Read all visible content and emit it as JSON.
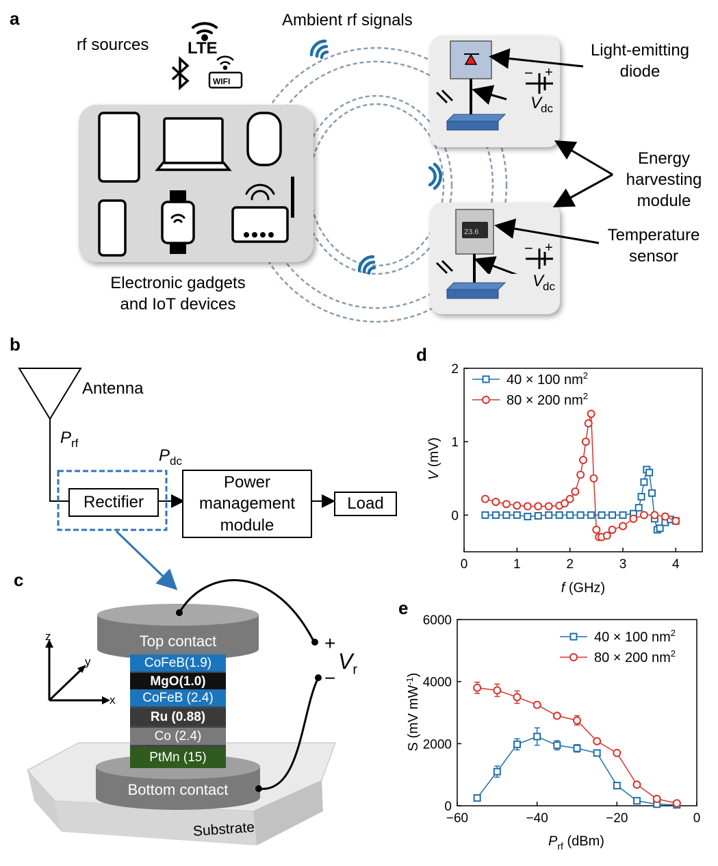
{
  "panel_a": {
    "label": "a",
    "rf_sources": "rf sources",
    "lte": "LTE",
    "wifi": "WIFI",
    "ambient": "Ambient rf signals",
    "gadgets_line1": "Electronic gadgets",
    "gadgets_line2": "and IoT devices",
    "led_line1": "Light-emitting",
    "led_line2": "diode",
    "energy_line1": "Energy",
    "energy_line2": "harvesting",
    "energy_line3": "module",
    "temp_line1": "Temperature",
    "temp_line2": "sensor",
    "vdc_v": "V",
    "vdc_sub": "dc",
    "display_reading": "23.6"
  },
  "panel_b": {
    "label": "b",
    "antenna": "Antenna",
    "prf_p": "P",
    "prf_sub": "rf",
    "pdc_p": "P",
    "pdc_sub": "dc",
    "rectifier": "Rectifier",
    "pmm_line1": "Power",
    "pmm_line2": "management",
    "pmm_line3": "module",
    "load": "Load"
  },
  "panel_c": {
    "label": "c",
    "top_contact": "Top contact",
    "bottom_contact": "Bottom contact",
    "substrate": "Substrate",
    "layers": [
      {
        "name": "CoFeB(1.9)",
        "color": "#1b75bc"
      },
      {
        "name": "MgO(1.0)",
        "color": "#111111"
      },
      {
        "name": "CoFeB (2.4)",
        "color": "#1b75bc"
      },
      {
        "name": "Ru (0.88)",
        "color": "#3a3a3a"
      },
      {
        "name": "Co (2.4)",
        "color": "#7a7a7a"
      },
      {
        "name": "PtMn (15)",
        "color": "#2f5b1e"
      }
    ],
    "axis_x": "x",
    "axis_y": "y",
    "axis_z": "z",
    "plus": "+",
    "minus": "−",
    "vr_v": "V",
    "vr_sub": "r"
  },
  "chart_data": [
    {
      "panel": "d",
      "type": "line",
      "xlabel": "f (GHz)",
      "ylabel": "V (mV)",
      "xlim": [
        0,
        4.5
      ],
      "ylim": [
        -0.5,
        2
      ],
      "xticks": [
        0,
        1,
        2,
        3,
        4
      ],
      "yticks": [
        0,
        1,
        2
      ],
      "legend_position": "top-left",
      "series": [
        {
          "name": "40 × 100 nm",
          "sup": "2",
          "color": "#1f6fa8",
          "marker": "square",
          "x": [
            0.4,
            0.6,
            0.8,
            1.0,
            1.2,
            1.4,
            1.6,
            1.8,
            2.0,
            2.2,
            2.4,
            2.6,
            2.8,
            3.0,
            3.2,
            3.3,
            3.35,
            3.4,
            3.45,
            3.5,
            3.55,
            3.6,
            3.65,
            3.7,
            3.8,
            3.9,
            4.0
          ],
          "y": [
            0.0,
            0.0,
            0.0,
            0.0,
            -0.02,
            -0.01,
            0.0,
            0.0,
            0.0,
            0.0,
            0.0,
            0.0,
            0.0,
            0.0,
            0.02,
            0.1,
            0.25,
            0.45,
            0.62,
            0.58,
            0.3,
            -0.05,
            -0.2,
            -0.18,
            -0.1,
            -0.06,
            -0.08
          ]
        },
        {
          "name": "80 × 200 nm",
          "sup": "2",
          "color": "#d9342b",
          "marker": "circle",
          "x": [
            0.4,
            0.6,
            0.8,
            1.0,
            1.2,
            1.4,
            1.6,
            1.8,
            1.9,
            2.0,
            2.1,
            2.2,
            2.25,
            2.3,
            2.35,
            2.4,
            2.45,
            2.5,
            2.55,
            2.6,
            2.7,
            2.8,
            3.0,
            3.2,
            3.4,
            3.6,
            3.8,
            4.0
          ],
          "y": [
            0.22,
            0.18,
            0.15,
            0.13,
            0.12,
            0.12,
            0.12,
            0.13,
            0.16,
            0.22,
            0.32,
            0.55,
            0.75,
            1.0,
            1.25,
            1.38,
            0.5,
            -0.2,
            -0.3,
            -0.3,
            -0.28,
            -0.2,
            -0.15,
            -0.05,
            0.0,
            0.0,
            -0.02,
            -0.08
          ]
        }
      ]
    },
    {
      "panel": "e",
      "type": "line",
      "xlabel_p": "P",
      "xlabel_sub": "rf",
      "xlabel_rest": " (dBm)",
      "ylabel_main": "S (mV mW",
      "ylabel_sup": "-1",
      "ylabel_end": ")",
      "xlim": [
        -60,
        0
      ],
      "ylim": [
        0,
        6000
      ],
      "xticks": [
        -60,
        -40,
        -20,
        0
      ],
      "yticks": [
        0,
        2000,
        4000,
        6000
      ],
      "legend_position": "top-right",
      "series": [
        {
          "name": "40 × 100 nm",
          "sup": "2",
          "color": "#1f6fa8",
          "marker": "square",
          "x": [
            -55,
            -50,
            -45,
            -40,
            -35,
            -30,
            -25,
            -20,
            -15,
            -10,
            -5
          ],
          "y": [
            250,
            1100,
            1980,
            2230,
            1950,
            1850,
            1700,
            650,
            160,
            50,
            30
          ],
          "err": [
            40,
            180,
            180,
            280,
            150,
            120,
            80,
            60,
            40,
            30,
            20
          ]
        },
        {
          "name": "80 × 200 nm",
          "sup": "2",
          "color": "#d9342b",
          "marker": "circle",
          "x": [
            -55,
            -50,
            -45,
            -40,
            -35,
            -30,
            -25,
            -20,
            -15,
            -10,
            -5
          ],
          "y": [
            3800,
            3720,
            3500,
            3250,
            2900,
            2750,
            2080,
            1700,
            680,
            220,
            80
          ],
          "err": [
            180,
            200,
            200,
            60,
            60,
            150,
            40,
            40,
            40,
            30,
            20
          ]
        }
      ]
    }
  ]
}
